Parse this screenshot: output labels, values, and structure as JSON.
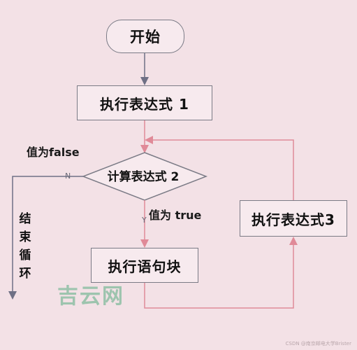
{
  "flowchart": {
    "start": "开始",
    "exec_expr1": "执行表达式 1",
    "condition": "计算表达式 2",
    "exec_expr3": "执行表达式3",
    "statement_block": "执行语句块",
    "false_label": "值为false",
    "true_label": "值为 true",
    "no_marker": "N",
    "yes_marker": "Y",
    "end_loop": [
      "结",
      "束",
      "循",
      "环"
    ]
  },
  "watermark": "吉云网",
  "credit": "CSDN @南京邮电大学Brister",
  "colors": {
    "background": "#f3e1e6",
    "node_border": "#7b7b86",
    "arrow_gray": "#6f7085",
    "loop_pink": "#e08a98"
  }
}
